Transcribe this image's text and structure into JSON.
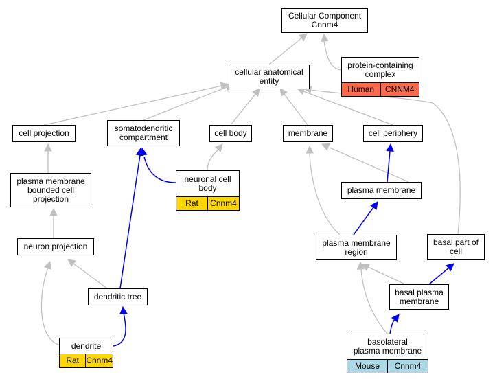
{
  "colors": {
    "ann_human": "#fb6a4a",
    "ann_rat": "#ffd700",
    "ann_mouse": "#add8e6",
    "edge_gray": "#c0c0c0",
    "edge_blue": "#0000ee"
  },
  "nodes": {
    "cellular_component": {
      "label": "Cellular Component\nCnnm4"
    },
    "cellular_anatomical_entity": {
      "label": "cellular anatomical\nentity"
    },
    "protein_containing_complex": {
      "label": "protein-containing\ncomplex",
      "ann": [
        "Human",
        "CNNM4"
      ]
    },
    "cell_projection": {
      "label": "cell projection"
    },
    "somatodendritic_compartment": {
      "label": "somatodendritic\ncompartment"
    },
    "cell_body": {
      "label": "cell body"
    },
    "membrane": {
      "label": "membrane"
    },
    "cell_periphery": {
      "label": "cell periphery"
    },
    "neuronal_cell_body": {
      "label": "neuronal cell\nbody",
      "ann": [
        "Rat",
        "Cnnm4"
      ]
    },
    "plasma_membrane_bounded_cell_projection": {
      "label": "plasma membrane\nbounded cell\nprojection"
    },
    "plasma_membrane": {
      "label": "plasma membrane"
    },
    "neuron_projection": {
      "label": "neuron projection"
    },
    "plasma_membrane_region": {
      "label": "plasma membrane\nregion"
    },
    "basal_part_of_cell": {
      "label": "basal part of\ncell"
    },
    "dendritic_tree": {
      "label": "dendritic tree"
    },
    "basal_plasma_membrane": {
      "label": "basal plasma\nmembrane"
    },
    "dendrite": {
      "label": "dendrite",
      "ann": [
        "Rat",
        "Cnnm4"
      ]
    },
    "basolateral_plasma_membrane": {
      "label": "basolateral\nplasma membrane",
      "ann": [
        "Mouse",
        "Cnnm4"
      ]
    }
  }
}
